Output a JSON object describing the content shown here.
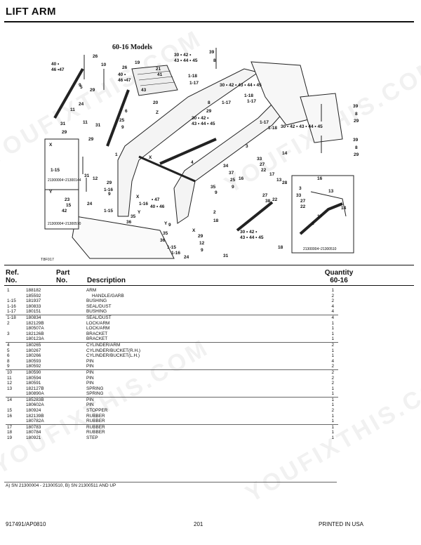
{
  "page": {
    "title": "LIFT ARM",
    "diagram_title": "60-16 Models",
    "figure_code": "T8F017",
    "inset_y_code": "21300004~21300570",
    "inset_x_code": "21300004~21300144",
    "inset_br_code": "21300004~21300510"
  },
  "header": {
    "ref": "Ref.",
    "no": "No.",
    "part": "Part",
    "part_no": "No.",
    "description": "Description",
    "quantity": "Quantity",
    "model": "60-16"
  },
  "parts": [
    {
      "ref": "1",
      "part": "188182",
      "desc": "ARM",
      "qty": "1",
      "group_start": true
    },
    {
      "ref": "",
      "part": "185592",
      "desc": "HANDLE/GARB",
      "qty": "2",
      "sub": true
    },
    {
      "ref": "1-15",
      "part": "181937",
      "desc": "BUSHING",
      "qty": "2"
    },
    {
      "ref": "1-16",
      "part": "180833",
      "desc": "SEAL/DUST",
      "qty": "4"
    },
    {
      "ref": "1-17",
      "part": "180151",
      "desc": "BUSHING",
      "qty": "4"
    },
    {
      "ref": "1-18",
      "part": "180834",
      "desc": "SEAL/DUST",
      "qty": "4",
      "group_start": true
    },
    {
      "ref": "2",
      "part": "182129B",
      "desc": "LOCK/ARM",
      "qty": "1"
    },
    {
      "ref": "",
      "part": "180507A",
      "desc": "LOCK/ARM",
      "qty": "1"
    },
    {
      "ref": "3",
      "part": "182126B",
      "desc": "BRACKET",
      "qty": "1"
    },
    {
      "ref": "",
      "part": "180123A",
      "desc": "BRACKET",
      "qty": "1"
    },
    {
      "ref": "4",
      "part": "180265",
      "desc": "CYLINDER/ARM",
      "qty": "2",
      "group_start": true
    },
    {
      "ref": "5",
      "part": "180267",
      "desc": "CYLINDER/BUCKET(R.H.)",
      "qty": "1"
    },
    {
      "ref": "6",
      "part": "180266",
      "desc": "CYLINDER/BUCKET(L.H.)",
      "qty": "1"
    },
    {
      "ref": "8",
      "part": "180593",
      "desc": "PIN",
      "qty": "4"
    },
    {
      "ref": "9",
      "part": "180592",
      "desc": "PIN",
      "qty": "2"
    },
    {
      "ref": "10",
      "part": "180590",
      "desc": "PIN",
      "qty": "2",
      "group_start": true
    },
    {
      "ref": "11",
      "part": "180594",
      "desc": "PIN",
      "qty": "2"
    },
    {
      "ref": "12",
      "part": "180591",
      "desc": "PIN",
      "qty": "2"
    },
    {
      "ref": "13",
      "part": "182127B",
      "desc": "SPRING",
      "qty": "1"
    },
    {
      "ref": "",
      "part": "180890A",
      "desc": "SPRING",
      "qty": "1"
    },
    {
      "ref": "14",
      "part": "185283B",
      "desc": "PIN",
      "qty": "1",
      "group_start": true
    },
    {
      "ref": "",
      "part": "180602A",
      "desc": "PIN",
      "qty": "1"
    },
    {
      "ref": "15",
      "part": "180924",
      "desc": "STOPPER",
      "qty": "2"
    },
    {
      "ref": "16",
      "part": "182139B",
      "desc": "RUBBER",
      "qty": "1"
    },
    {
      "ref": "",
      "part": "180782A",
      "desc": "RUBBER",
      "qty": "1"
    },
    {
      "ref": "17",
      "part": "180783",
      "desc": "RUBBER",
      "qty": "1",
      "group_start": true
    },
    {
      "ref": "18",
      "part": "180784",
      "desc": "RUBBER",
      "qty": "1"
    },
    {
      "ref": "19",
      "part": "180921",
      "desc": "STEP",
      "qty": "1"
    }
  ],
  "footnote": "A) SN 21300004 - 21300510,  B) SN 21300511 AND UP",
  "footer": {
    "doc_id": "917491/AP0810",
    "page_number": "201",
    "printed": "PRINTED IN USA"
  },
  "watermark": "YOUFIXTHIS.COM"
}
